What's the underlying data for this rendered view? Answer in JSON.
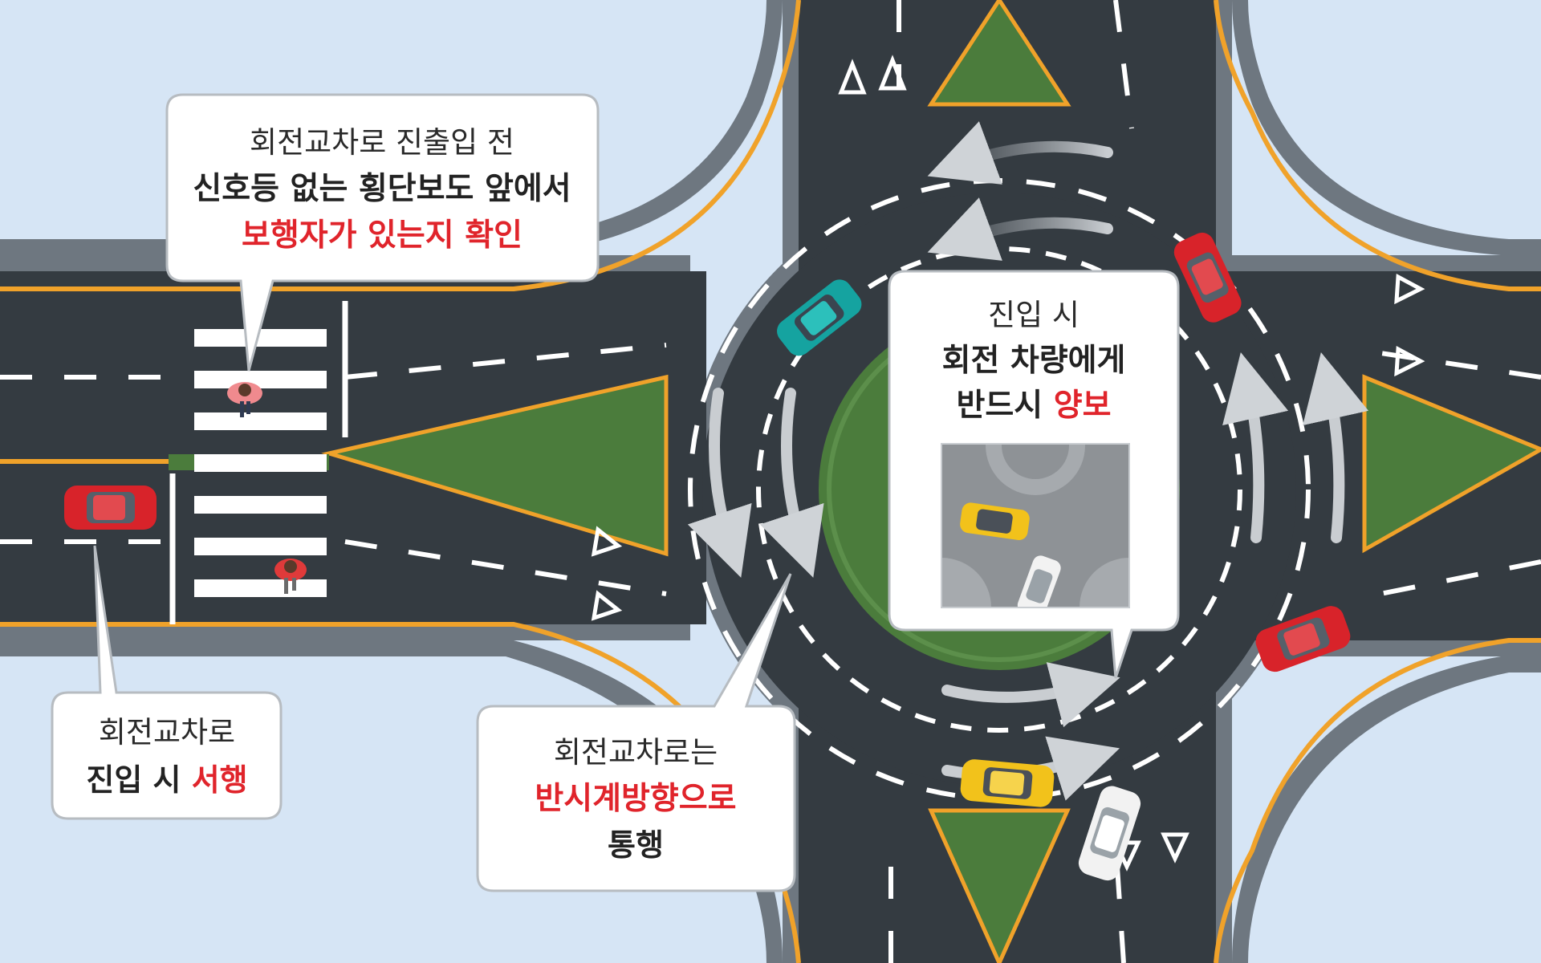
{
  "callouts": {
    "crosswalk": {
      "line1": "회전교차로 진출입 전",
      "line2": "신호등 없는 횡단보도 앞에서",
      "line3": "보행자가 있는지 확인"
    },
    "entry": {
      "line1": "회전교차로",
      "line2_plain": "진입 시 ",
      "line2_emph": "서행"
    },
    "direction": {
      "line1": "회전교차로는",
      "line2": "반시계방향으로",
      "line3": "통행"
    },
    "yield": {
      "line1": "진입 시",
      "line2": "회전 차량에게",
      "line3_plain": "반드시 ",
      "line3_emph": "양보"
    }
  },
  "colors": {
    "background": "#d6e5f5",
    "road": "#343b41",
    "road_edge": "#6e7780",
    "center_line": "#f0a22a",
    "island_green": "#4b7c3c",
    "lane_marking": "#ffffff",
    "emphasis_red": "#e0242b",
    "callout_text": "#2a2a2a"
  },
  "vehicles": [
    {
      "name": "red-car",
      "color": "#d8232a"
    },
    {
      "name": "teal-car",
      "color": "#15a3a0"
    },
    {
      "name": "yellow-taxi",
      "color": "#f2c21b"
    },
    {
      "name": "white-car",
      "color": "#f2f2f2"
    }
  ]
}
